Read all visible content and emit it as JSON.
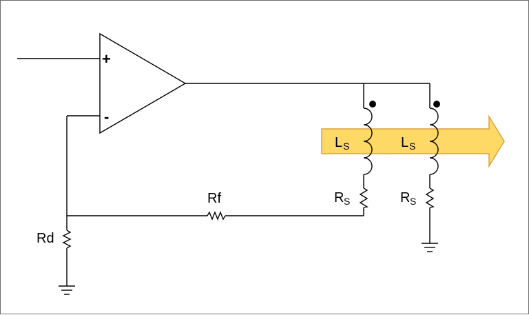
{
  "diagram": {
    "opamp": {
      "plus": "+",
      "minus": "-"
    },
    "labels": {
      "rf": "Rf",
      "rd": "Rd",
      "ls_main": "L",
      "ls_sub": "S",
      "rs_main": "R",
      "rs_sub": "S"
    },
    "arrow_color": "#FFD966",
    "arrow_stroke": "#D9A441"
  }
}
